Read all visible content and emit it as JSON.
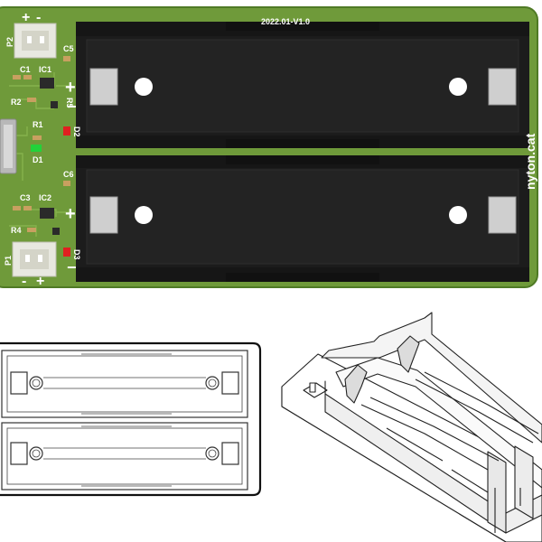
{
  "pcb": {
    "version_text": "2022.01-V1.0",
    "edge_text": "nyton.cat",
    "refs": {
      "P2": "P2",
      "P1": "P1",
      "C1": "C1",
      "C3": "C3",
      "C5": "C5",
      "C6": "C6",
      "IC1": "IC1",
      "IC2": "IC2",
      "R1": "R1",
      "R2": "R2",
      "R4": "R4",
      "R5": "R5",
      "D1": "D1",
      "D2": "D2",
      "D3": "D3"
    },
    "polarity": {
      "top_plus": "+",
      "top_minus": "-",
      "bottom_minus": "-",
      "bottom_plus": "+",
      "cell1_plus": "+",
      "cell1_minus": "−",
      "cell2_plus": "+",
      "cell2_minus": "−"
    },
    "colors": {
      "board": "#6f9a3a",
      "board_dark": "#4f7a25",
      "holder": "#1c1c1c",
      "led_red": "#e02020",
      "led_green": "#22d23a",
      "connector": "#e8e8e0",
      "contact": "#cfcfcf"
    }
  }
}
